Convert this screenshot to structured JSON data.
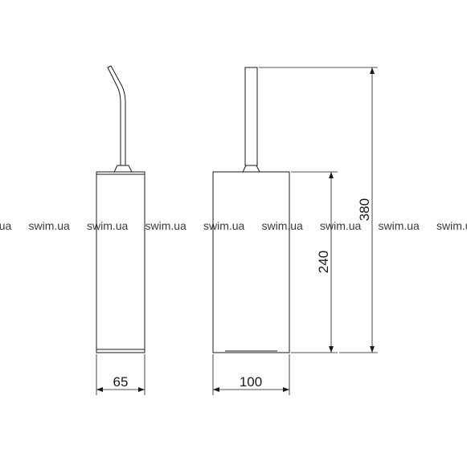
{
  "dimensions": {
    "front_width": "65",
    "side_width": "100",
    "body_height": "240",
    "total_height": "380"
  },
  "watermark": {
    "text": "swim.ua",
    "count": 9
  },
  "colors": {
    "line": "#1a1a1a",
    "watermark": "#3a3a3a",
    "background": "#ffffff"
  }
}
